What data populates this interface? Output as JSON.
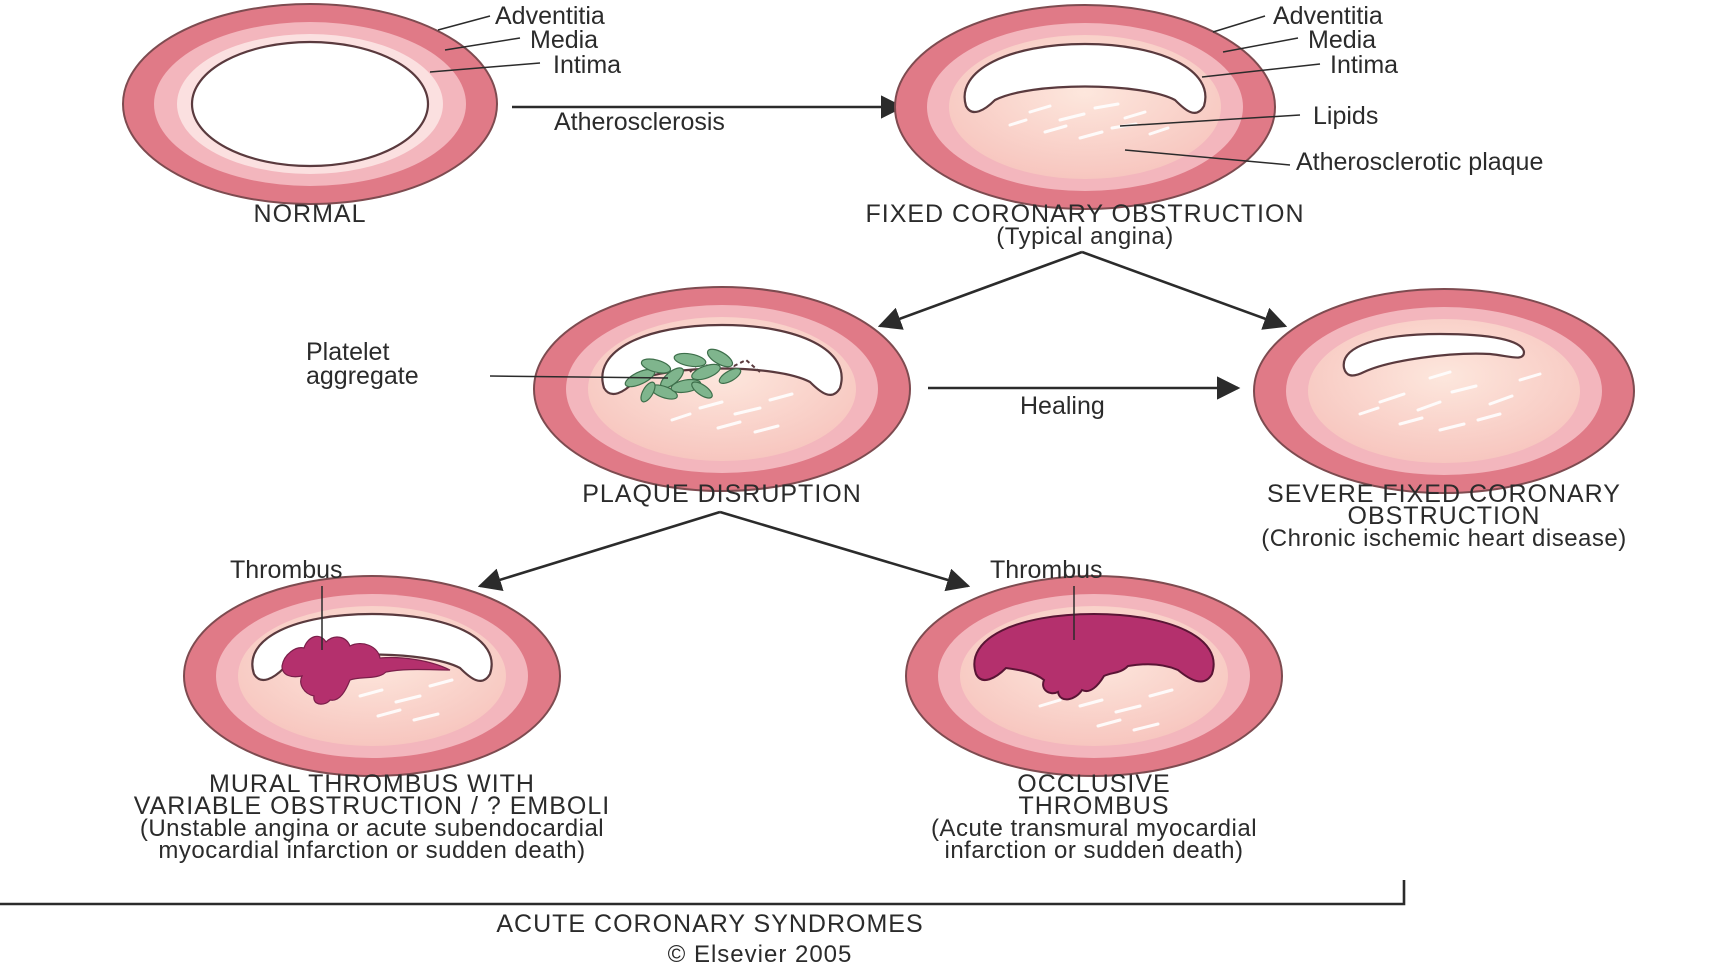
{
  "diagram": {
    "labels": {
      "adventitia": "Adventitia",
      "media": "Media",
      "intima": "Intima",
      "lipids": "Lipids",
      "plaque": "Atherosclerotic plaque",
      "platelet_line1": "Platelet",
      "platelet_line2": "aggregate",
      "thrombus": "Thrombus"
    },
    "transitions": {
      "atherosclerosis": "Atherosclerosis",
      "healing": "Healing"
    },
    "stages": {
      "normal": {
        "title": "NORMAL"
      },
      "fixed": {
        "title": "FIXED CORONARY OBSTRUCTION",
        "subtitle": "(Typical angina)"
      },
      "disruption": {
        "title": "PLAQUE DISRUPTION"
      },
      "severe": {
        "title_line1": "SEVERE FIXED CORONARY",
        "title_line2": "OBSTRUCTION",
        "subtitle": "(Chronic ischemic heart disease)"
      },
      "mural": {
        "title_line1": "MURAL THROMBUS WITH",
        "title_line2": "VARIABLE OBSTRUCTION / ? EMBOLI",
        "sub_line1": "(Unstable angina or acute subendocardial",
        "sub_line2": "myocardial infarction or sudden death)"
      },
      "occlusive": {
        "title_line1": "OCCLUSIVE",
        "title_line2": "THROMBUS",
        "sub_line1": "(Acute transmural myocardial",
        "sub_line2": "infarction or sudden death)"
      }
    },
    "group_label": "ACUTE CORONARY SYNDROMES",
    "copyright": "© Elsevier 2005",
    "colors": {
      "adventitia": "#e07a87",
      "media": "#f3b6bd",
      "intima": "#fbe0e0",
      "plaque": "#fbd9cf",
      "platelet": "#7fb58d",
      "thrombus": "#b4306d",
      "line": "#2b2b2b"
    }
  }
}
